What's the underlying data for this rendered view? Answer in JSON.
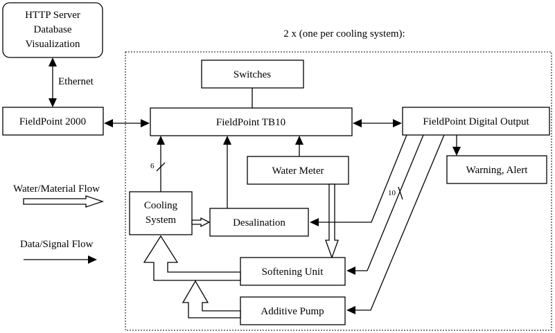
{
  "nodes": {
    "server": [
      "HTTP Server",
      "Database",
      "Visualization"
    ],
    "fp2000": "FieldPoint 2000",
    "tb10": "FieldPoint TB10",
    "switches": "Switches",
    "digital_output": "FieldPoint Digital Output",
    "warning": "Warning, Alert",
    "water_meter": "Water Meter",
    "cooling": [
      "Cooling",
      "System"
    ],
    "desalination": "Desalination",
    "softening": "Softening Unit",
    "additive": "Additive Pump"
  },
  "labels": {
    "group_caption": "2 x (one per cooling system):",
    "ethernet": "Ethernet",
    "bus_6": "6",
    "bus_10": "10"
  },
  "legend": {
    "water_flow": "Water/Material Flow",
    "data_flow": "Data/Signal Flow"
  }
}
